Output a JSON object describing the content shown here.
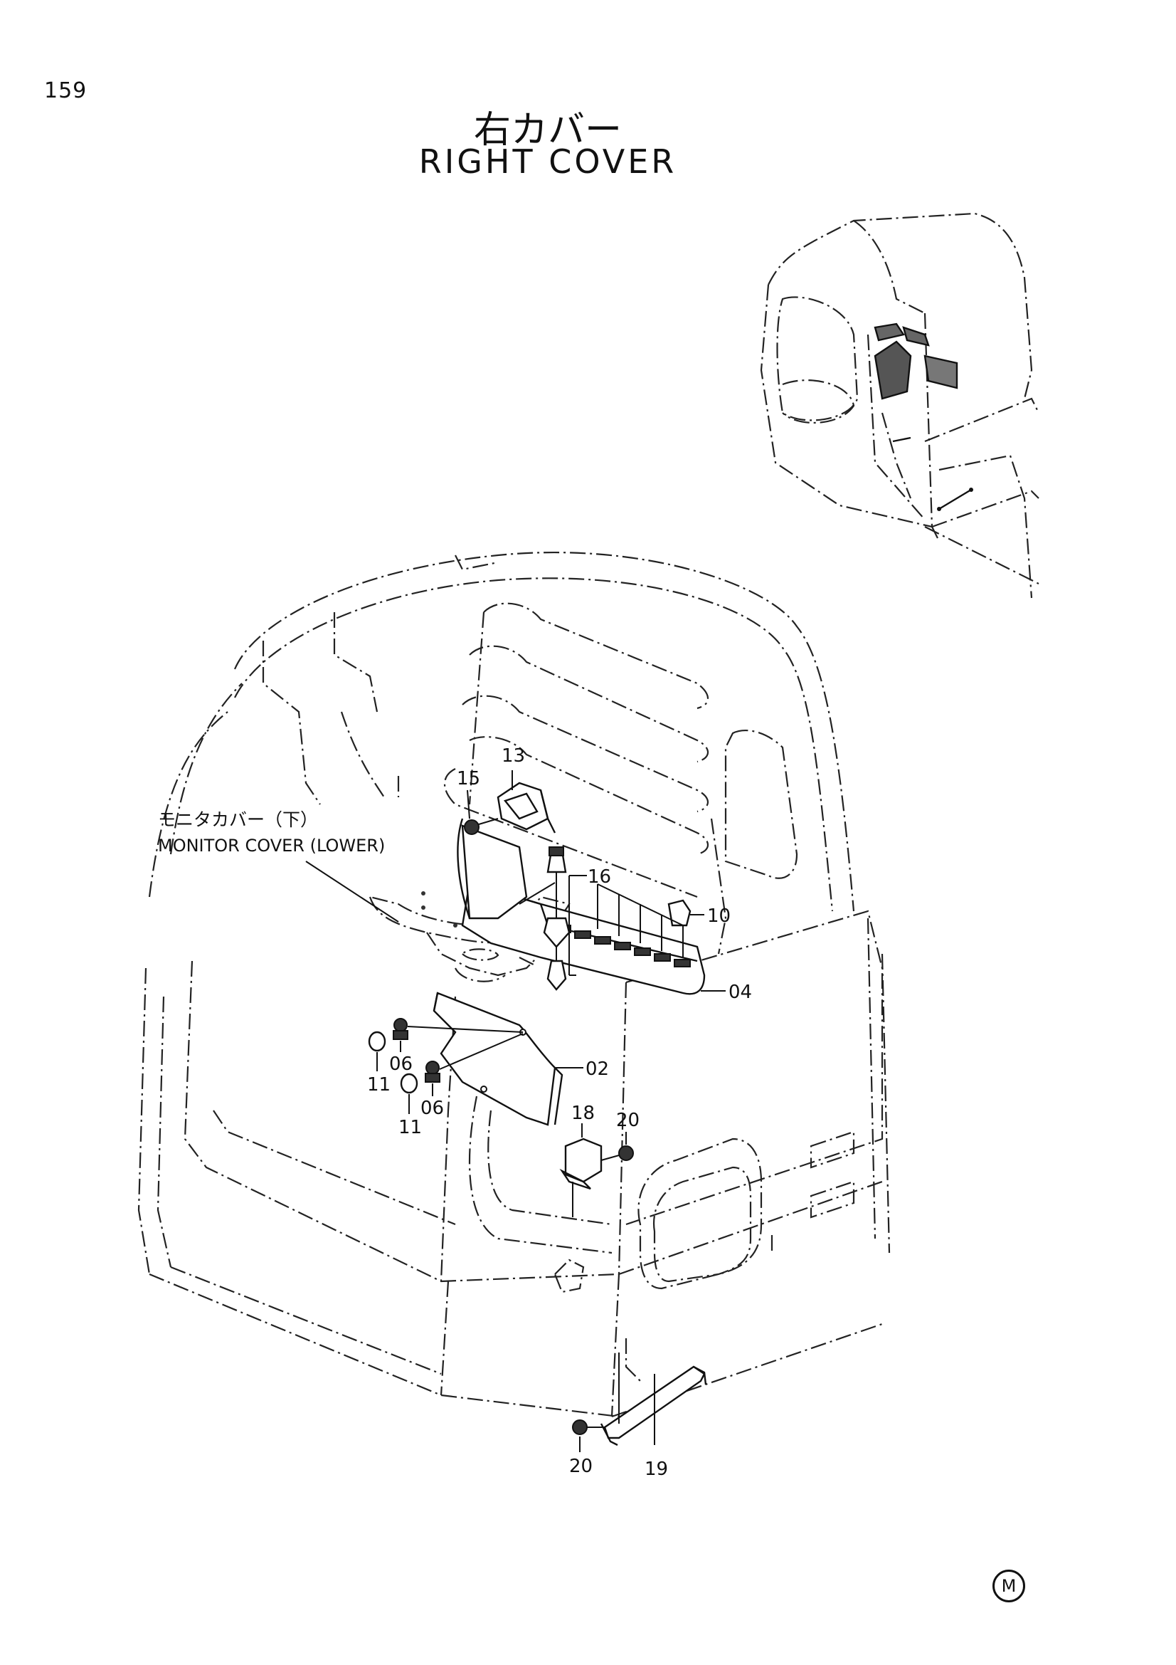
{
  "page": {
    "number": "159",
    "title_jp": "右カバー",
    "title_en": "RIGHT COVER",
    "mark": "M"
  },
  "callouts": {
    "monitor_cover_jp": "モニタカバー（下）",
    "monitor_cover_en": "MONITOR COVER (LOWER)",
    "p13": "13",
    "p15": "15",
    "p16": "16",
    "p10": "10",
    "p04": "04",
    "p02": "02",
    "p11a": "11",
    "p06a": "06",
    "p11b": "11",
    "p06b": "06",
    "p18": "18",
    "p20a": "20",
    "p20b": "20",
    "p19": "19"
  }
}
